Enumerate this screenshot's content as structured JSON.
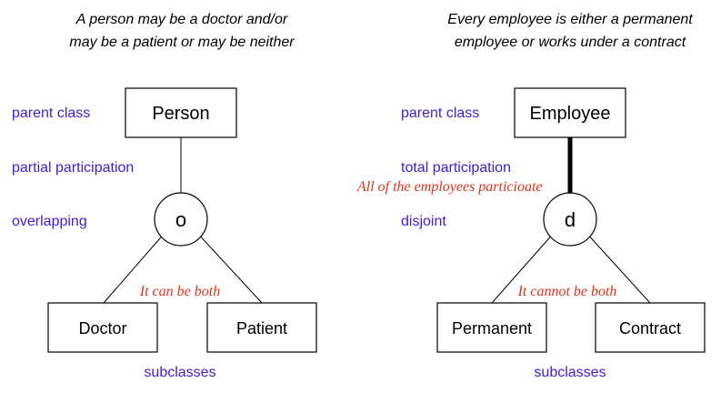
{
  "colors": {
    "label": "#3a1fd6",
    "note": "#e0321c",
    "line": "#000000"
  },
  "left": {
    "caption": [
      "A person may be a doctor and/or",
      "may be a patient or may be neither"
    ],
    "labels": {
      "parent": "parent class",
      "participation": "partial participation",
      "constraint": "overlapping",
      "subclasses": "subclasses"
    },
    "parent": "Person",
    "symbol": "o",
    "note": "It can be both",
    "children": [
      "Doctor",
      "Patient"
    ]
  },
  "right": {
    "caption": [
      "Every employee is either a permanent",
      "employee or works under a contract"
    ],
    "labels": {
      "parent": "parent class",
      "participation": "total participation",
      "constraint": "disjoint",
      "subclasses": "subclasses"
    },
    "participation_note": "All of the employees particioate",
    "parent": "Employee",
    "symbol": "d",
    "note": "It cannot be both",
    "children": [
      "Permanent",
      "Contract"
    ]
  }
}
